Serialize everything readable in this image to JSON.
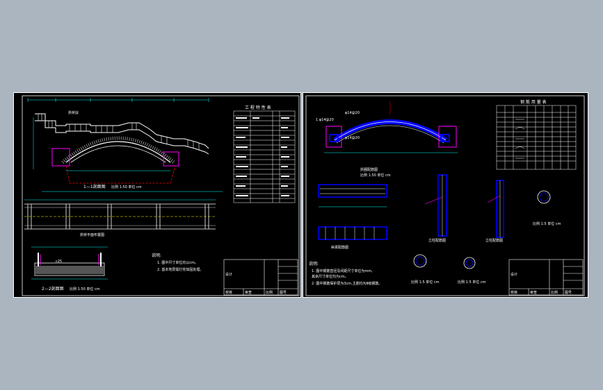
{
  "left_sheet": {
    "bridge_label": "拱桥扶",
    "elevation_caption": "1—1剖面图",
    "elevation_scale": "比例 1:50  单位 cm",
    "plan_caption": "拱桥平面布置图",
    "section_caption": "2—2剖面图",
    "section_scale": "比例 1:50  单位 cm",
    "section_label": "c25",
    "table_title": "工 程 特 性 表",
    "notes_title": "说明:",
    "notes": [
      "1. 图中尺寸单位均以cm。",
      "2. 基本地层需打夯加固处理。"
    ],
    "title_block": {
      "cells": [
        "设计",
        "校核",
        "审查",
        "比例",
        "图号"
      ]
    }
  },
  "right_sheet": {
    "rebar_label_top": "1 φ14@20",
    "rebar_label_a": "φ14@20",
    "rebar_label_b": "φ14@20",
    "arch_caption": "拱圈配筋图",
    "arch_scale": "比例 1:50  单位 cm",
    "beam_caption": "纵梁配筋图",
    "column_caption_a": "立柱配筋图",
    "column_caption_b": "立柱配筋图",
    "circle_caption_a": "比例 1:5  单位 cm",
    "circle_caption_b": "比例 1:5  单位 cm",
    "circle_caption_c": "比例 1:5  单位 cm",
    "table_title": "钢 筋 用 量 表",
    "notes_title": "说明:",
    "notes": [
      "1. 图中钢筋直径及间距尺寸单位为mm,",
      "   其余尺寸单位均为cm。",
      "2. 图中钢筋保护层为3cm,主筋均为Ⅱ级钢筋。"
    ],
    "title_block": {
      "cells": [
        "设计",
        "校核",
        "审查",
        "比例",
        "图号"
      ]
    }
  }
}
